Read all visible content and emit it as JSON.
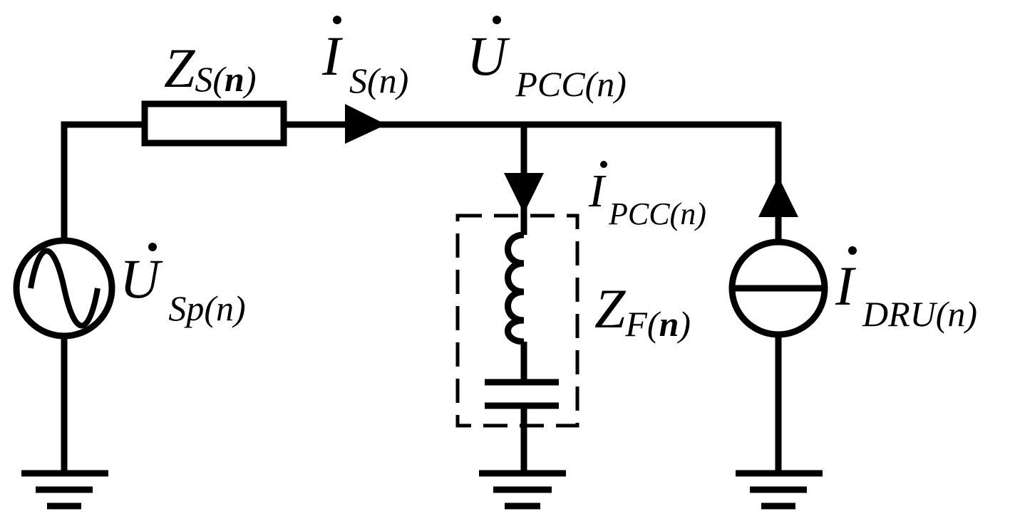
{
  "labels": {
    "zs": {
      "main": "Z",
      "sub_prefix": "S(",
      "sub_n": "n",
      "sub_close": ")"
    },
    "is": {
      "main": "I",
      "sub_prefix": "S(",
      "sub_n": "n",
      "sub_close": ")"
    },
    "upcc": {
      "main": "U",
      "sub_prefix": "PCC(",
      "sub_n": "n",
      "sub_close": ")"
    },
    "ipcc": {
      "main": "I",
      "sub_prefix": "PCC(",
      "sub_n": "n",
      "sub_close": ")"
    },
    "usp": {
      "main": "U",
      "sub_prefix": "Sp(",
      "sub_n": "n",
      "sub_close": ")"
    },
    "zf": {
      "main": "Z",
      "sub_prefix": "F(",
      "sub_n": "n",
      "sub_close": ")"
    },
    "idru": {
      "main": "I",
      "sub_prefix": "DRU(",
      "sub_n": "n",
      "sub_close": ")"
    }
  },
  "components": {
    "source_icon": "ac-voltage-source-icon",
    "impedance_icon": "resistor-box-icon",
    "inductor_icon": "inductor-icon",
    "capacitor_icon": "capacitor-icon",
    "current_source_icon": "current-source-icon",
    "ground_icon": "ground-icon"
  }
}
